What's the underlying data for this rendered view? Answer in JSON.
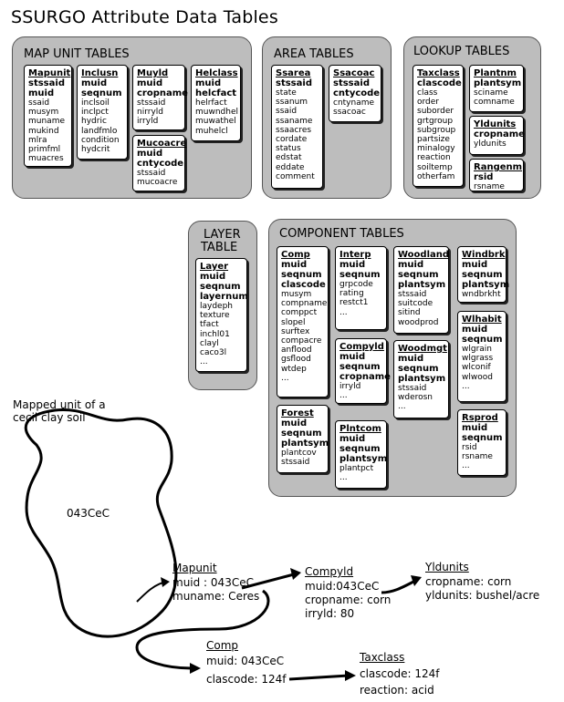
{
  "title": "SSURGO Attribute Data Tables",
  "groups": {
    "map_unit": "MAP UNIT TABLES",
    "area": "AREA TABLES",
    "lookup": "LOOKUP TABLES",
    "layer": [
      "LAYER",
      "TABLE"
    ],
    "component": "COMPONENT TABLES"
  },
  "tables": {
    "mapunit": {
      "name": "Mapunit",
      "keys": [
        "stssaid",
        "muid"
      ],
      "fields": [
        "ssaid",
        "musym",
        "muname",
        "mukind",
        "mlra",
        "primfml",
        "muacres"
      ]
    },
    "inclusn": {
      "name": "Inclusn",
      "keys": [
        "muid",
        "seqnum"
      ],
      "fields": [
        "inclsoil",
        "inclpct",
        "hydric",
        "landfmlo",
        "condition",
        "hydcrit"
      ]
    },
    "muyld": {
      "name": "Muyld",
      "keys": [
        "muid",
        "cropname"
      ],
      "fields": [
        "stssaid",
        "nirryld",
        "irryld"
      ]
    },
    "mucoacre": {
      "name": "Mucoacre",
      "keys": [
        "muid",
        "cntycode"
      ],
      "fields": [
        "stssaid",
        "mucoacre"
      ]
    },
    "helclass": {
      "name": "Helclass",
      "keys": [
        "muid",
        "helcfact"
      ],
      "fields": [
        "helrfact",
        "muwndhel",
        "muwathel",
        "muhelcl"
      ]
    },
    "ssarea": {
      "name": "Ssarea",
      "keys": [
        "stssaid"
      ],
      "fields": [
        "state",
        "ssanum",
        "ssaid",
        "ssaname",
        "ssaacres",
        "cordate",
        "status",
        "edstat",
        "eddate",
        "comment"
      ]
    },
    "ssacoac": {
      "name": "Ssacoac",
      "keys": [
        "stssaid",
        "cntycode"
      ],
      "fields": [
        "cntyname",
        "ssacoac"
      ]
    },
    "taxclass": {
      "name": "Taxclass",
      "keys": [
        "clascode"
      ],
      "fields": [
        "class",
        "order",
        "suborder",
        "grtgroup",
        "subgroup",
        "partsize",
        "minalogy",
        "reaction",
        "soiltemp",
        "otherfam"
      ]
    },
    "plantnm": {
      "name": "Plantnm",
      "keys": [
        "plantsym"
      ],
      "fields": [
        "sciname",
        "comname"
      ]
    },
    "yldunits": {
      "name": "Yldunits",
      "keys": [
        "cropname"
      ],
      "fields": [
        "yldunits"
      ]
    },
    "rangenm": {
      "name": "Rangenm",
      "keys": [
        "rsid"
      ],
      "fields": [
        "rsname"
      ]
    },
    "layer": {
      "name": "Layer",
      "keys": [
        "muid",
        "seqnum",
        "layernum"
      ],
      "fields": [
        "laydeph",
        "texture",
        "tfact",
        "inchl01",
        "clayl",
        "caco3l",
        "..."
      ]
    },
    "comp": {
      "name": "Comp",
      "keys": [
        "muid",
        "seqnum",
        "clascode"
      ],
      "fields": [
        "musym",
        "compname",
        "comppct",
        "slopel",
        "surftex",
        "compacre",
        "anflood",
        "gsflood",
        "wtdep",
        "..."
      ]
    },
    "interp": {
      "name": "Interp",
      "keys": [
        "muid",
        "seqnum"
      ],
      "fields": [
        "grpcode",
        "rating",
        "restct1",
        "..."
      ]
    },
    "compyld": {
      "name": "Compyld",
      "keys": [
        "muid",
        "seqnum",
        "cropname"
      ],
      "fields": [
        "irryld",
        "..."
      ]
    },
    "woodland": {
      "name": "Woodland",
      "keys": [
        "muid",
        "seqnum",
        "plantsym"
      ],
      "fields": [
        "stssaid",
        "suitcode",
        "sitind",
        "woodprod"
      ]
    },
    "woodmgt": {
      "name": "Woodmgt",
      "keys": [
        "muid",
        "seqnum",
        "plantsym"
      ],
      "fields": [
        "stssaid",
        "wderosn",
        "..."
      ]
    },
    "windbrk": {
      "name": "Windbrk",
      "keys": [
        "muid",
        "seqnum",
        "plantsym"
      ],
      "fields": [
        "wndbrkht"
      ]
    },
    "wlhabit": {
      "name": "Wlhabit",
      "keys": [
        "muid",
        "seqnum"
      ],
      "fields": [
        "wlgrain",
        "wlgrass",
        "wlconif",
        "wlwood",
        "..."
      ]
    },
    "forest": {
      "name": "Forest",
      "keys": [
        "muid",
        "seqnum",
        "plantsym"
      ],
      "fields": [
        "plantcov",
        "stssaid"
      ]
    },
    "plntcom": {
      "name": "Plntcom",
      "keys": [
        "muid",
        "seqnum",
        "plantsym"
      ],
      "fields": [
        "plantpct",
        "..."
      ]
    },
    "rsprod": {
      "name": "Rsprod",
      "keys": [
        "muid",
        "seqnum"
      ],
      "fields": [
        "rsid",
        "rsname",
        "..."
      ]
    }
  },
  "example": {
    "caption": [
      "Mapped unit of a",
      "cecil clay soil"
    ],
    "blob_label": "043CeC",
    "mapunit": {
      "title": "Mapunit",
      "lines": [
        "muid : 043CeC",
        "muname: Ceres"
      ]
    },
    "compyld": {
      "title": "Compyld",
      "lines": [
        "muid:043CeC",
        "cropname: corn",
        "irryld: 80"
      ]
    },
    "yldunits": {
      "title": "Yldunits",
      "lines": [
        "cropname: corn",
        "yldunits: bushel/acre"
      ]
    },
    "comp": {
      "title": "Comp",
      "lines": [
        "muid: 043CeC",
        "clascode: 124f"
      ]
    },
    "taxclass": {
      "title": "Taxclass",
      "lines": [
        "clascode: 124f",
        "reaction: acid"
      ]
    }
  }
}
